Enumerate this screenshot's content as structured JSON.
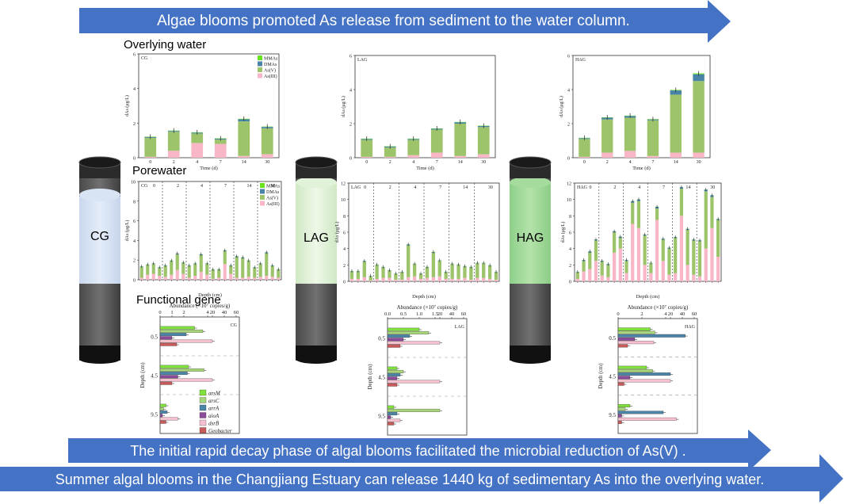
{
  "banners": {
    "top": "Algae blooms promoted As release from sediment to the water column.",
    "middle": "The initial rapid decay phase of algal blooms facilitated the microbial reduction of As(V) .",
    "bottom": "Summer algal blooms in the Changjiang Estuary can release 1440 kg of sedimentary As into the overlying water."
  },
  "sections": {
    "overlying": "Overlying water",
    "porewater": "Porewater",
    "gene": "Functional gene"
  },
  "columns": {
    "cg": "CG",
    "lag": "LAG",
    "hag": "HAG"
  },
  "colors": {
    "banner": "#4472c4",
    "MMAs": "#66e41e",
    "DMAs": "#4a83a8",
    "AsV": "#9ec46b",
    "AsIII": "#f8b6c6",
    "arsM": "#7fe13a",
    "arsC": "#a8d57a",
    "arrA": "#4b84a6",
    "aioA": "#8e4a9a",
    "dsrB": "#f7c0cf",
    "Geobacter": "#c95a5a"
  },
  "chart_data": [
    {
      "type": "bar",
      "panel": "CG",
      "ylabel": "dAs (μg/L)",
      "xlabel": "Time (d)",
      "ylim": [
        0,
        6
      ],
      "yticks": [
        "0",
        "2",
        "4",
        "6"
      ],
      "categories": [
        "0",
        "2",
        "4",
        "7",
        "14",
        "30"
      ],
      "series": [
        {
          "name": "As(III)",
          "values": [
            0.05,
            0.4,
            0.85,
            0.8,
            0.1,
            0.2
          ]
        },
        {
          "name": "As(V)",
          "values": [
            1.1,
            1.1,
            0.55,
            0.25,
            2.0,
            1.5
          ]
        },
        {
          "name": "DMAs",
          "values": [
            0.05,
            0.05,
            0.05,
            0.05,
            0.12,
            0.08
          ]
        },
        {
          "name": "MMAs",
          "values": [
            0.02,
            0.02,
            0.02,
            0.02,
            0.03,
            0.02
          ]
        }
      ]
    },
    {
      "type": "bar",
      "panel": "LAG",
      "ylabel": "dAs (μg/L)",
      "xlabel": "Time (d)",
      "ylim": [
        0,
        6
      ],
      "yticks": [
        "0",
        "2",
        "4",
        "6"
      ],
      "categories": [
        "0",
        "2",
        "4",
        "7",
        "14",
        "30"
      ],
      "series": [
        {
          "name": "As(III)",
          "values": [
            0.05,
            0.05,
            0.15,
            0.3,
            0.1,
            0.2
          ]
        },
        {
          "name": "As(V)",
          "values": [
            1.0,
            0.55,
            0.9,
            1.35,
            1.9,
            1.6
          ]
        },
        {
          "name": "DMAs",
          "values": [
            0.05,
            0.05,
            0.05,
            0.05,
            0.08,
            0.06
          ]
        },
        {
          "name": "MMAs",
          "values": [
            0.02,
            0.02,
            0.02,
            0.02,
            0.02,
            0.02
          ]
        }
      ]
    },
    {
      "type": "bar",
      "panel": "HAG",
      "ylabel": "dAs (μg/L)",
      "xlabel": "Time (d)",
      "ylim": [
        0,
        6
      ],
      "yticks": [
        "0",
        "2",
        "4",
        "6"
      ],
      "categories": [
        "0",
        "2",
        "4",
        "7",
        "14",
        "30"
      ],
      "series": [
        {
          "name": "As(III)",
          "values": [
            0.05,
            0.3,
            0.4,
            0.1,
            0.3,
            0.3
          ]
        },
        {
          "name": "As(V)",
          "values": [
            1.05,
            1.95,
            1.95,
            2.1,
            3.4,
            4.2
          ]
        },
        {
          "name": "DMAs",
          "values": [
            0.05,
            0.1,
            0.1,
            0.05,
            0.25,
            0.4
          ]
        },
        {
          "name": "MMAs",
          "values": [
            0.02,
            0.02,
            0.02,
            0.02,
            0.03,
            0.05
          ]
        }
      ]
    },
    {
      "type": "bar",
      "panel": "CG",
      "ylabel": "dAs (μg/L)",
      "xlabel": "Depth (cm)",
      "ylim": [
        0,
        10
      ],
      "yticks": [
        "0",
        "2",
        "4",
        "6",
        "8",
        "10"
      ],
      "groups": [
        "0",
        "2",
        "4",
        "7",
        "14",
        "30"
      ],
      "series": [
        {
          "name": "As(III)",
          "values": [
            0.2,
            0.5,
            0.6,
            0.4,
            0.3,
            0.5,
            1.0,
            0.6,
            0.2,
            0.4,
            0.8,
            0.5,
            0.1,
            0.2,
            1.6,
            0.6,
            0.2,
            0.2,
            0.3,
            0.2,
            0.3,
            0.4,
            0.3,
            0.2
          ]
        },
        {
          "name": "As(V)",
          "values": [
            1.1,
            1.0,
            1.0,
            0.8,
            1.1,
            1.4,
            1.6,
            1.1,
            1.2,
            1.2,
            1.7,
            1.1,
            0.9,
            0.8,
            1.3,
            0.8,
            2.1,
            2.0,
            1.6,
            1.0,
            1.3,
            2.3,
            1.1,
            0.8
          ]
        },
        {
          "name": "DMAs",
          "values": [
            0.05,
            0.05,
            0.05,
            0.05,
            0.05,
            0.05,
            0.08,
            0.05,
            0.05,
            0.05,
            0.08,
            0.05,
            0.05,
            0.05,
            0.08,
            0.05,
            0.08,
            0.08,
            0.05,
            0.05,
            0.05,
            0.08,
            0.05,
            0.05
          ]
        },
        {
          "name": "MMAs",
          "values": [
            0.02,
            0.02,
            0.02,
            0.02,
            0.02,
            0.02,
            0.02,
            0.02,
            0.02,
            0.02,
            0.02,
            0.02,
            0.02,
            0.02,
            0.02,
            0.02,
            0.02,
            0.02,
            0.02,
            0.02,
            0.02,
            0.02,
            0.02,
            0.02
          ]
        }
      ]
    },
    {
      "type": "bar",
      "panel": "LAG",
      "ylabel": "dAs (μg/L)",
      "xlabel": "Depth (cm)",
      "ylim": [
        0,
        12
      ],
      "yticks": [
        "0",
        "2",
        "4",
        "6",
        "8",
        "10",
        "12"
      ],
      "groups": [
        "0",
        "2",
        "4",
        "7",
        "14",
        "30"
      ],
      "series": [
        {
          "name": "As(III)",
          "values": [
            0.3,
            0.3,
            0.5,
            0.1,
            0.3,
            0.4,
            0.4,
            0.2,
            0.2,
            0.5,
            0.6,
            0.3,
            0.4,
            0.5,
            0.6,
            0.3,
            0.3,
            0.3,
            0.4,
            0.2,
            0.4,
            0.4,
            0.3,
            0.2
          ]
        },
        {
          "name": "As(V)",
          "values": [
            0.9,
            0.9,
            1.9,
            0.5,
            1.7,
            1.3,
            0.9,
            0.7,
            0.9,
            3.9,
            1.5,
            0.6,
            1.3,
            3.0,
            1.9,
            0.8,
            1.8,
            1.7,
            1.4,
            1.5,
            1.8,
            1.8,
            1.6,
            0.9
          ]
        },
        {
          "name": "DMAs",
          "values": [
            0.05,
            0.05,
            0.08,
            0.05,
            0.05,
            0.05,
            0.05,
            0.05,
            0.05,
            0.1,
            0.05,
            0.05,
            0.05,
            0.08,
            0.05,
            0.05,
            0.05,
            0.05,
            0.05,
            0.05,
            0.05,
            0.05,
            0.05,
            0.05
          ]
        },
        {
          "name": "MMAs",
          "values": [
            0.02,
            0.02,
            0.02,
            0.02,
            0.02,
            0.02,
            0.02,
            0.02,
            0.02,
            0.02,
            0.02,
            0.02,
            0.02,
            0.02,
            0.02,
            0.02,
            0.02,
            0.02,
            0.02,
            0.02,
            0.02,
            0.02,
            0.02,
            0.02
          ]
        }
      ]
    },
    {
      "type": "bar",
      "panel": "HAG",
      "ylabel": "dAs (μg/L)",
      "xlabel": "Depth (cm)",
      "ylim": [
        0,
        12
      ],
      "yticks": [
        "0",
        "2",
        "4",
        "6",
        "8",
        "10",
        "12"
      ],
      "groups": [
        "0",
        "2",
        "4",
        "7",
        "14",
        "30"
      ],
      "series": [
        {
          "name": "As(III)",
          "values": [
            0.3,
            1.2,
            1.5,
            2.5,
            0.7,
            0.5,
            3.5,
            4.0,
            1.0,
            7.0,
            6.5,
            2.0,
            1.0,
            7.5,
            2.5,
            0.8,
            1.0,
            8.0,
            2.0,
            0.8,
            0.6,
            4.0,
            6.5,
            3.0
          ]
        },
        {
          "name": "As(V)",
          "values": [
            0.8,
            1.3,
            2.0,
            2.5,
            1.7,
            1.5,
            2.5,
            1.3,
            1.5,
            2.6,
            3.3,
            3.6,
            1.2,
            1.4,
            2.6,
            3.2,
            4.3,
            3.3,
            4.3,
            4.2,
            4.3,
            7.0,
            3.8,
            4.5
          ]
        },
        {
          "name": "DMAs",
          "values": [
            0.05,
            0.1,
            0.15,
            0.1,
            0.1,
            0.1,
            0.1,
            0.15,
            0.1,
            0.2,
            0.2,
            0.1,
            0.05,
            0.2,
            0.1,
            0.1,
            0.1,
            0.2,
            0.1,
            0.1,
            0.1,
            0.2,
            0.2,
            0.1
          ]
        },
        {
          "name": "MMAs",
          "values": [
            0.02,
            0.02,
            0.02,
            0.02,
            0.02,
            0.02,
            0.02,
            0.02,
            0.02,
            0.02,
            0.02,
            0.02,
            0.02,
            0.02,
            0.02,
            0.02,
            0.02,
            0.02,
            0.02,
            0.02,
            0.02,
            0.02,
            0.02,
            0.02
          ]
        }
      ]
    },
    {
      "type": "bar",
      "panel": "CG",
      "orientation": "horizontal",
      "xlabel": "Abundance (×10⁷ copies/g)",
      "ylabel": "Depth (cm)",
      "xticks": [
        "0",
        "1",
        "2",
        "4",
        "20",
        "40",
        "60"
      ],
      "categories": [
        "0.5",
        "4.5",
        "9.5"
      ],
      "series": [
        {
          "name": "arsM",
          "values": [
            2.9,
            2.4,
            0.5
          ]
        },
        {
          "name": "arsC",
          "values": [
            3.6,
            3.7,
            0.3
          ]
        },
        {
          "name": "arrA",
          "values": [
            2.2,
            2.3,
            0.6
          ]
        },
        {
          "name": "aioA",
          "values": [
            1.0,
            1.5,
            0.2
          ]
        },
        {
          "name": "dsrB",
          "values": [
            16,
            18,
            1.5
          ]
        },
        {
          "name": "Geobacter",
          "values": [
            1.4,
            1.0,
            0.5
          ]
        }
      ]
    },
    {
      "type": "bar",
      "panel": "LAG",
      "orientation": "horizontal",
      "xlabel": "Abundance (×10⁷ copies/g)",
      "ylabel": "Depth (cm)",
      "xticks": [
        "0.0",
        "0.5",
        "1.0",
        "1.5",
        "20",
        "40",
        "60"
      ],
      "categories": [
        "0.5",
        "4.5",
        "9.5"
      ],
      "series": [
        {
          "name": "arsM",
          "values": [
            1.0,
            0.3,
            0.2
          ]
        },
        {
          "name": "arsC",
          "values": [
            1.3,
            0.5,
            20
          ]
        },
        {
          "name": "arrA",
          "values": [
            0.7,
            0.4,
            0.3
          ]
        },
        {
          "name": "aioA",
          "values": [
            0.5,
            0.3,
            0.1
          ]
        },
        {
          "name": "dsrB",
          "values": [
            18,
            16,
            0.4
          ]
        },
        {
          "name": "Geobacter",
          "values": [
            0.4,
            0.3,
            0.2
          ]
        }
      ]
    },
    {
      "type": "bar",
      "panel": "HAG",
      "orientation": "horizontal",
      "xlabel": "Abundance (×10⁷ copies/g)",
      "ylabel": "Depth (cm)",
      "xticks": [
        "0",
        "2",
        "4",
        "20",
        "40",
        "60"
      ],
      "categories": [
        "0.5",
        "4.5",
        "9.5"
      ],
      "series": [
        {
          "name": "arsM",
          "values": [
            2.7,
            2.4,
            1.0
          ]
        },
        {
          "name": "arsC",
          "values": [
            3.1,
            2.9,
            0.6
          ]
        },
        {
          "name": "arrA",
          "values": [
            45,
            5.5,
            3.8
          ]
        },
        {
          "name": "aioA",
          "values": [
            1.4,
            1.0,
            0.3
          ]
        },
        {
          "name": "dsrB",
          "values": [
            3.0,
            9.0,
            30
          ]
        },
        {
          "name": "Geobacter",
          "values": [
            0.8,
            0.5,
            0.3
          ]
        }
      ]
    }
  ]
}
